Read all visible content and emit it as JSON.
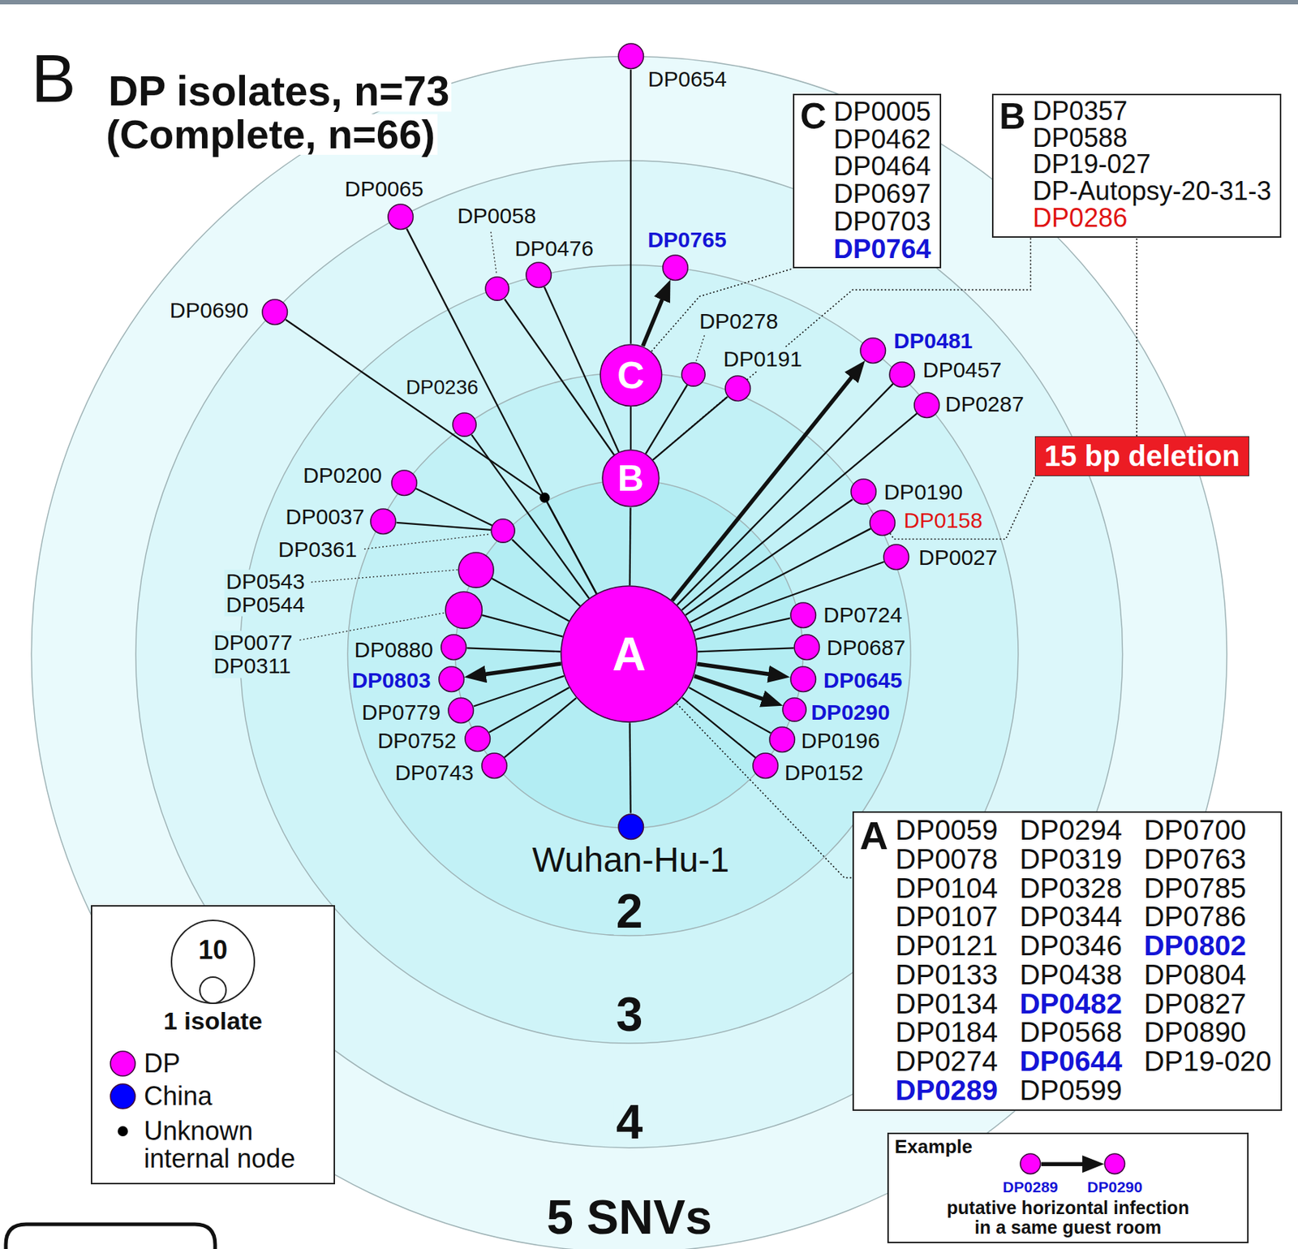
{
  "diagram": {
    "nodes": [
      {
        "text": [
          "DP0654"
        ]
      },
      {
        "text": [
          "C",
          "DP0005",
          "DP0462",
          "DP0464",
          "DP0697",
          "DP0703",
          "DP0764"
        ]
      },
      {
        "text": [
          "B",
          "DP0357",
          "DP0588",
          "DP19-027",
          "DP-Autopsy-20-31-3",
          "DP0286"
        ]
      },
      {
        "text": [
          "DP0065"
        ]
      },
      {
        "text": [
          "DP0058"
        ]
      },
      {
        "text": [
          "DP0476"
        ]
      },
      {
        "text": [
          "DP0765"
        ]
      },
      {
        "text": [
          "DP0690"
        ]
      },
      {
        "text": [
          "C"
        ]
      },
      {
        "text": [
          "DP0278"
        ]
      },
      {
        "text": [
          "DP0191"
        ]
      },
      {
        "text": [
          "DP0481"
        ]
      },
      {
        "text": [
          "DP0457"
        ]
      },
      {
        "text": [
          "DP0287"
        ]
      },
      {
        "text": [
          "DP0236"
        ]
      },
      {
        "text": [
          "15 bp deletion"
        ]
      },
      {
        "text": [
          "B"
        ]
      },
      {
        "text": [
          "DP0200"
        ]
      },
      {
        "text": [
          "DP0190"
        ]
      },
      {
        "text": [
          "DP0158"
        ]
      },
      {
        "text": [
          "DP0037"
        ]
      },
      {
        "text": [
          "DP0361"
        ]
      },
      {
        "text": [
          "DP0027"
        ]
      },
      {
        "text": [
          "DP0543 DP0544"
        ]
      },
      {
        "text": [
          "DP0077 DP0311"
        ]
      },
      {
        "text": [
          "A"
        ]
      },
      {
        "text": [
          "DP0724"
        ]
      },
      {
        "text": [
          "DP0687"
        ]
      },
      {
        "text": [
          "DP0880"
        ]
      },
      {
        "text": [
          "DP0803"
        ]
      },
      {
        "text": [
          "DP0645"
        ]
      },
      {
        "text": [
          "DP0290"
        ]
      },
      {
        "text": [
          "DP0779"
        ]
      },
      {
        "text": [
          "DP0752"
        ]
      },
      {
        "text": [
          "DP0196"
        ]
      },
      {
        "text": [
          "DP0743"
        ]
      },
      {
        "text": [
          "DP0152"
        ]
      },
      {
        "text": [
          "Wuhan-Hu-1"
        ]
      },
      {
        "text": [
          "A",
          "DP0059",
          "DP0078",
          "DP0104",
          "DP0107",
          "DP0121",
          "DP0133",
          "DP0134",
          "DP0184",
          "DP0274",
          "DP0289",
          "DP0294",
          "DP0319",
          "DP0328",
          "DP0344",
          "DP0346",
          "DP0438",
          "DP0482",
          "DP0568",
          "DP0644",
          "DP0599",
          "DP0700",
          "DP0763",
          "DP0785",
          "DP0786",
          "DP0802",
          "DP0804",
          "DP0827",
          "DP0890",
          "DP19-020"
        ]
      },
      {
        "text": [
          "Example",
          "putative horizontal infection in a same guest room"
        ]
      },
      {
        "text": [
          "DP0289"
        ],
        "in": 39
      },
      {
        "text": [
          "DP0290"
        ],
        "in": 39
      }
    ],
    "edges": [
      {
        "from": 25,
        "to": 16,
        "arrow": "none"
      },
      {
        "from": 16,
        "to": 8,
        "arrow": "none"
      },
      {
        "from": 8,
        "to": 0,
        "arrow": "none"
      },
      {
        "from": 8,
        "to": 6,
        "arrow": "to"
      },
      {
        "from": 16,
        "to": 4,
        "arrow": "none"
      },
      {
        "from": 16,
        "to": 5,
        "arrow": "none"
      },
      {
        "from": 16,
        "to": 9,
        "arrow": "none"
      },
      {
        "from": 16,
        "to": 10,
        "arrow": "none"
      },
      {
        "from": 25,
        "to": 3,
        "arrow": "none"
      },
      {
        "from": 25,
        "to": 7,
        "arrow": "none"
      },
      {
        "from": 25,
        "to": 14,
        "arrow": "none"
      },
      {
        "from": 25,
        "to": 21,
        "arrow": "none"
      },
      {
        "from": 21,
        "to": 17,
        "arrow": "none"
      },
      {
        "from": 21,
        "to": 20,
        "arrow": "none"
      },
      {
        "from": 25,
        "to": 11,
        "arrow": "to"
      },
      {
        "from": 25,
        "to": 12,
        "arrow": "none"
      },
      {
        "from": 25,
        "to": 13,
        "arrow": "none"
      },
      {
        "from": 25,
        "to": 18,
        "arrow": "none"
      },
      {
        "from": 25,
        "to": 19,
        "arrow": "none"
      },
      {
        "from": 25,
        "to": 22,
        "arrow": "none"
      },
      {
        "from": 25,
        "to": 26,
        "arrow": "none"
      },
      {
        "from": 25,
        "to": 27,
        "arrow": "none"
      },
      {
        "from": 25,
        "to": 30,
        "arrow": "to"
      },
      {
        "from": 25,
        "to": 31,
        "arrow": "to"
      },
      {
        "from": 25,
        "to": 34,
        "arrow": "none"
      },
      {
        "from": 25,
        "to": 36,
        "arrow": "none"
      },
      {
        "from": 25,
        "to": 23,
        "arrow": "none"
      },
      {
        "from": 25,
        "to": 24,
        "arrow": "none"
      },
      {
        "from": 25,
        "to": 28,
        "arrow": "none"
      },
      {
        "from": 25,
        "to": 29,
        "arrow": "to"
      },
      {
        "from": 25,
        "to": 32,
        "arrow": "none"
      },
      {
        "from": 25,
        "to": 33,
        "arrow": "none"
      },
      {
        "from": 25,
        "to": 35,
        "arrow": "none"
      },
      {
        "from": 25,
        "to": 37,
        "arrow": "none"
      },
      {
        "from": 40,
        "to": 41,
        "arrow": "to"
      },
      {
        "from": 8,
        "to": 1,
        "arrow": "none"
      },
      {
        "from": 16,
        "to": 2,
        "arrow": "none"
      },
      {
        "from": 25,
        "to": 38,
        "arrow": "none"
      },
      {
        "from": 19,
        "to": 15,
        "arrow": "none"
      },
      {
        "from": 15,
        "to": 2,
        "arrow": "none"
      }
    ],
    "labels": [
      "B",
      "DP isolates, n=73",
      "(Complete, n=66)",
      "2",
      "3",
      "4",
      "5 SNVs"
    ],
    "legend": [
      {
        "text": "10"
      },
      {
        "text": "1 isolate"
      },
      {
        "text": "DP",
        "color": "#ff00ff"
      },
      {
        "text": "China",
        "color": "#0000ff"
      },
      {
        "text": "Unknown internal node",
        "color": "#000000"
      }
    ]
  }
}
